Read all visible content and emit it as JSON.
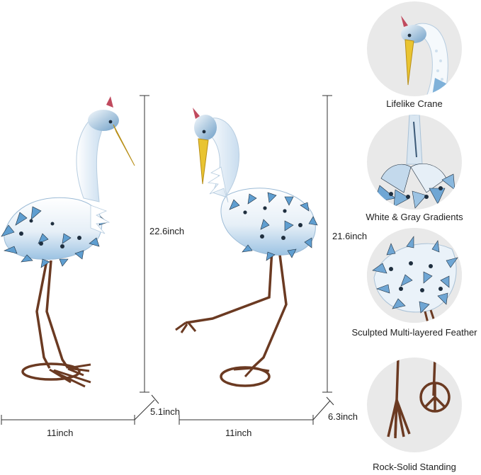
{
  "dimensions": {
    "left_height": "22.6inch",
    "left_width": "11inch",
    "left_depth": "5.1inch",
    "right_height": "21.6inch",
    "right_width": "11inch",
    "right_depth": "6.3inch"
  },
  "features": [
    {
      "caption": "Lifelike Crane",
      "icon": "crane-head-closeup"
    },
    {
      "caption": "White & Gray Gradients",
      "icon": "feather-gradient-closeup"
    },
    {
      "caption": "Sculpted Multi-layered Feather",
      "icon": "layered-feather-closeup"
    },
    {
      "caption": "Rock-Solid Standing",
      "icon": "metal-feet-closeup"
    }
  ],
  "colors": {
    "body_white": "#f2f6fa",
    "feather_blue": "#5f9ed0",
    "feather_dark": "#1f2f3f",
    "beak_yellow": "#e9c431",
    "crest_red": "#c04a5e",
    "leg_brown": "#6b3a22",
    "thumb_bg": "#e9e9e9"
  }
}
